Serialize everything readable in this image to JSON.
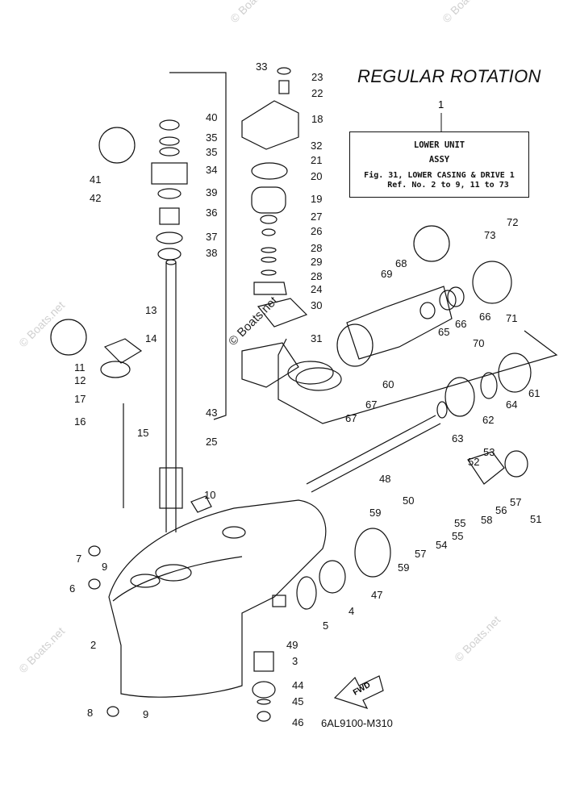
{
  "title": "REGULAR ROTATION",
  "info_box": {
    "part_number": "1",
    "line1": "LOWER UNIT",
    "line2": "ASSY",
    "line3": "Fig. 31, LOWER CASING & DRIVE 1",
    "line4": "Ref. No. 2 to 9, 11 to 73"
  },
  "diagram_code": "6AL9100-M310",
  "watermark": "© Boats.net",
  "fwd_label": "FWD",
  "part_numbers": [
    "33",
    "23",
    "22",
    "18",
    "32",
    "21",
    "20",
    "19",
    "27",
    "26",
    "28",
    "29",
    "28",
    "24",
    "30",
    "31",
    "40",
    "35",
    "35",
    "34",
    "39",
    "36",
    "37",
    "38",
    "41",
    "42",
    "13",
    "14",
    "11",
    "12",
    "17",
    "16",
    "15",
    "43",
    "25",
    "10",
    "7",
    "9",
    "6",
    "2",
    "8",
    "9",
    "49",
    "3",
    "44",
    "45",
    "46",
    "5",
    "4",
    "47",
    "59",
    "50",
    "59",
    "57",
    "54",
    "55",
    "55",
    "58",
    "56",
    "57",
    "51",
    "52",
    "53",
    "48",
    "63",
    "62",
    "64",
    "61",
    "60",
    "67",
    "67",
    "65",
    "66",
    "66",
    "69",
    "68",
    "73",
    "72",
    "71",
    "70"
  ]
}
